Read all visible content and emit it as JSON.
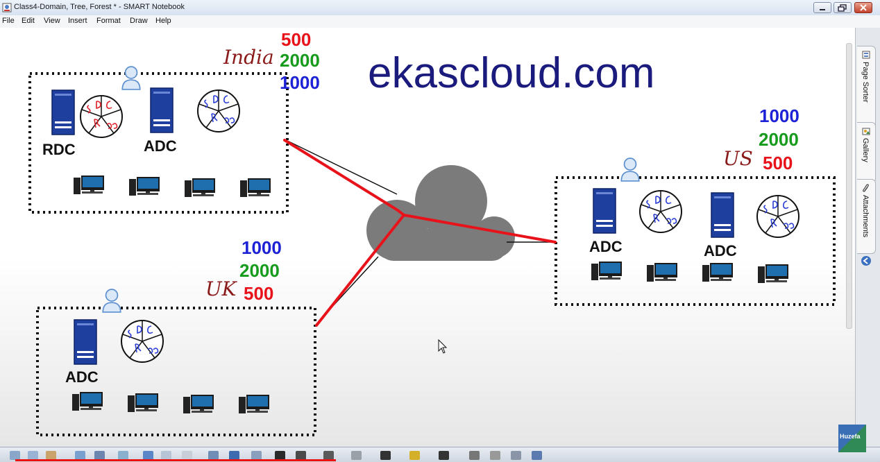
{
  "window": {
    "title": "Class4-Domain, Tree, Forest * - SMART Notebook"
  },
  "menu": [
    "File",
    "Edit",
    "View",
    "Insert",
    "Format",
    "Draw",
    "Help"
  ],
  "side_tabs": [
    "Page Sorter",
    "Gallery",
    "Attachments"
  ],
  "brand": "ekascloud.com",
  "watermark": "Huzefa",
  "sites": {
    "india": {
      "name": "India",
      "numbers": [
        "500",
        "2000",
        "1000"
      ],
      "labels": [
        "RDC",
        "ADC"
      ]
    },
    "us": {
      "name": "US",
      "numbers": [
        "1000",
        "2000",
        "500"
      ],
      "labels": [
        "ADC",
        "ADC"
      ]
    },
    "uk": {
      "name": "UK",
      "numbers": [
        "1000",
        "2000",
        "500"
      ],
      "labels": [
        "ADC"
      ]
    }
  },
  "colors": {
    "red": "#e8131a",
    "green": "#169b1d",
    "blue": "#1e22d6",
    "brand_navy": "#1b1b7d",
    "server_blue": "#1f3f9f",
    "cloud_gray": "#7b7b7b",
    "handwriting": "#8b1a1a"
  },
  "icons": [
    "user-icon",
    "server-icon",
    "pie-diagram-icon",
    "computer-icon",
    "cloud-icon",
    "mouse-cursor-icon"
  ]
}
